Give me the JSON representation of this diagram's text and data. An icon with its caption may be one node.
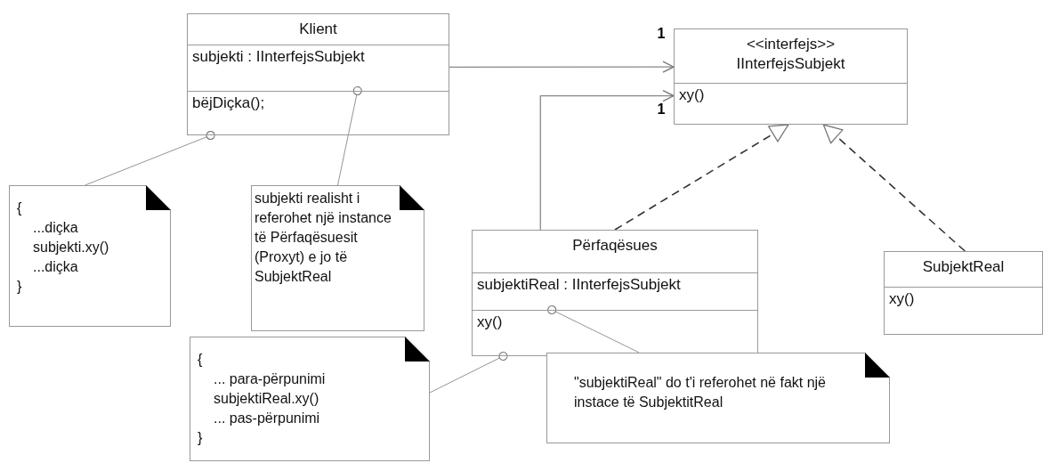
{
  "diagram": {
    "nodes": [
      {
        "text": [
          "Klient"
        ]
      },
      {
        "text": [
          "subjekti : IInterfejsSubjekt"
        ],
        "in": 0
      },
      {
        "text": [
          "bëjDiçka();"
        ],
        "in": 0
      },
      {
        "text": [
          "<<interfejs>>",
          "IInterfejsSubjekt"
        ]
      },
      {
        "text": [
          "xy()"
        ],
        "in": 3
      },
      {
        "text": [
          "Përfaqësues"
        ]
      },
      {
        "text": [
          "subjektiReal : IInterfejsSubjekt"
        ],
        "in": 5
      },
      {
        "text": [
          "xy()"
        ],
        "in": 5
      },
      {
        "text": [
          "SubjektReal"
        ]
      },
      {
        "text": [
          "xy()"
        ],
        "in": 8
      },
      {
        "text": [
          "{",
          "...diçka",
          "subjekti.xy()",
          "...diçka",
          "}"
        ]
      },
      {
        "text": [
          "subjekti realisht i referohet një instance të Përfaqësuesit (Proxyt) e jo të SubjektReal"
        ]
      },
      {
        "text": [
          "{",
          "... para-përpunimi",
          "subjektiReal.xy()",
          "... pas-përpunimi",
          "}"
        ]
      },
      {
        "text": [
          "\"subjektiReal\" do t'i referohet në fakt një instace të SubjektitReal"
        ]
      }
    ],
    "edges": [
      {
        "from": 0,
        "to": 3,
        "arrow": "to",
        "label": "1"
      },
      {
        "from": 5,
        "to": 3,
        "arrow": "to",
        "label": "1"
      },
      {
        "from": 5,
        "to": 3,
        "arrow": "to",
        "style": "dashed"
      },
      {
        "from": 8,
        "to": 3,
        "arrow": "to",
        "style": "dashed"
      },
      {
        "from": 10,
        "to": 2,
        "arrow": "other"
      },
      {
        "from": 11,
        "to": 1,
        "arrow": "other"
      },
      {
        "from": 12,
        "to": 7,
        "arrow": "other"
      },
      {
        "from": 13,
        "to": 6,
        "arrow": "other"
      }
    ]
  }
}
